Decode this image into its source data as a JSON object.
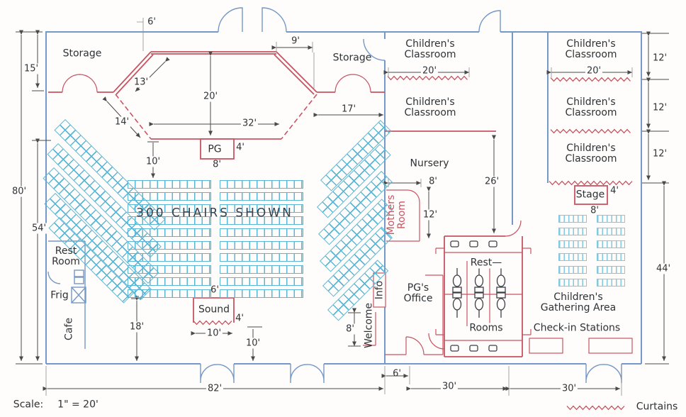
{
  "rooms": {
    "storage": "Storage",
    "classroom_line1": "Children's",
    "classroom_line2": "Classroom",
    "nursery": "Nursery",
    "mothers_line1": "Mothers",
    "mothers_line2": "Room",
    "restroom_left_line1": "Rest",
    "restroom_left_line2": "Room",
    "frig": "Frig",
    "cafe": "Cafe",
    "pgs_office_line1": "PG's",
    "pgs_office_line2": "Office",
    "restrooms_line1": "Rest—",
    "restrooms_line2": "Rooms",
    "gathering_line1": "Children's",
    "gathering_line2": "Gathering Area",
    "checkin": "Check-in Stations",
    "stage": "Stage",
    "pg": "PG",
    "sound": "Sound",
    "info": "Info",
    "welcome": "Welcome",
    "chairs_note": "300 CHAIRS SHOWN"
  },
  "dims": {
    "d6_top": "6'",
    "d15": "15'",
    "d80": "80'",
    "d54": "54'",
    "d13": "13'",
    "d14": "14'",
    "d20_stage": "20'",
    "d32": "32'",
    "d9": "9'",
    "d17": "17'",
    "d10_stage": "10'",
    "d4_pg": "4'",
    "d8_pg": "8'",
    "d20_mid": "20'",
    "d20_right": "20'",
    "d12_r1": "12'",
    "d12_r2": "12'",
    "d12_r3": "12'",
    "d8_nursery": "8'",
    "d12_mothers": "12'",
    "d26": "26'",
    "d4_stage": "4'",
    "d8_stage": "8'",
    "d44": "44'",
    "d18": "18'",
    "d6_sound": "6'",
    "d4_sound": "4'",
    "d10_sound": "10'",
    "d10_floor": "10'",
    "d8_welcome": "8'",
    "d6_bottom": "6'",
    "d30_mid": "30'",
    "d30_right": "30'",
    "d82": "82'"
  },
  "footer": {
    "scale_label": "Scale:",
    "scale_value": "1\" = 20'",
    "legend_curtains": "Curtains"
  },
  "colors": {
    "wall_blue": "#7498c7",
    "chair_cyan": "#5bb6d6",
    "curtain_red": "#c75462",
    "ink": "#2d3236"
  }
}
